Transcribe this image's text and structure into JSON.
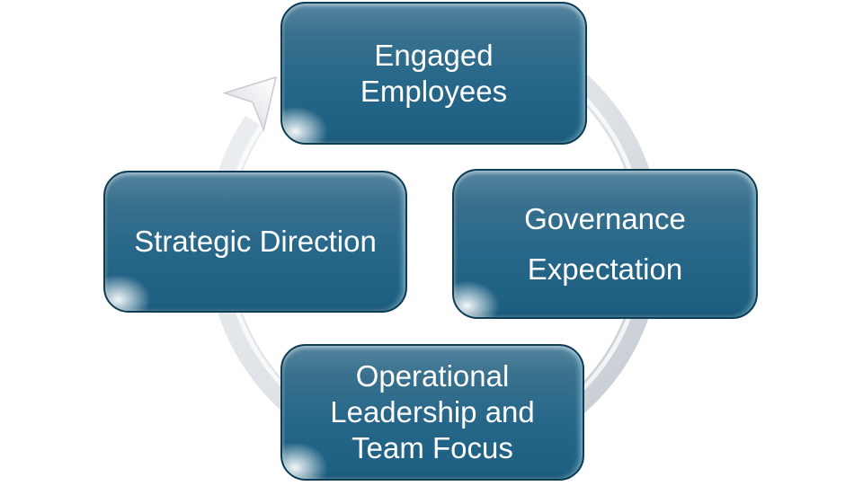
{
  "diagram": {
    "type": "cycle",
    "direction": "clockwise",
    "nodes": [
      {
        "id": "engaged-employees",
        "position": "top",
        "label": "Engaged Employees",
        "lines": [
          "Engaged",
          "Employees"
        ]
      },
      {
        "id": "governance-expectation",
        "position": "right",
        "label": "Governance Expectation",
        "lines": [
          "Governance",
          "Expectation"
        ]
      },
      {
        "id": "operational-leadership",
        "position": "bottom",
        "label": "Operational Leadership and Team Focus",
        "lines": [
          "Operational",
          "Leadership and",
          "Team Focus"
        ]
      },
      {
        "id": "strategic-direction",
        "position": "left",
        "label": "Strategic Direction",
        "lines": [
          "Strategic Direction"
        ]
      }
    ],
    "arrow": {
      "icon": "clockwise-cycle-arrow-icon",
      "head_position": "top-left"
    },
    "colors": {
      "node_gradient_top": "#55859f",
      "node_gradient_mid": "#27678a",
      "node_gradient_bottom": "#1c5f80",
      "node_border": "#0d3c55",
      "node_text": "#ffffff",
      "ring_light": "#f0f2f4",
      "ring_dark": "#c3c9d0",
      "background": "#ffffff"
    }
  }
}
